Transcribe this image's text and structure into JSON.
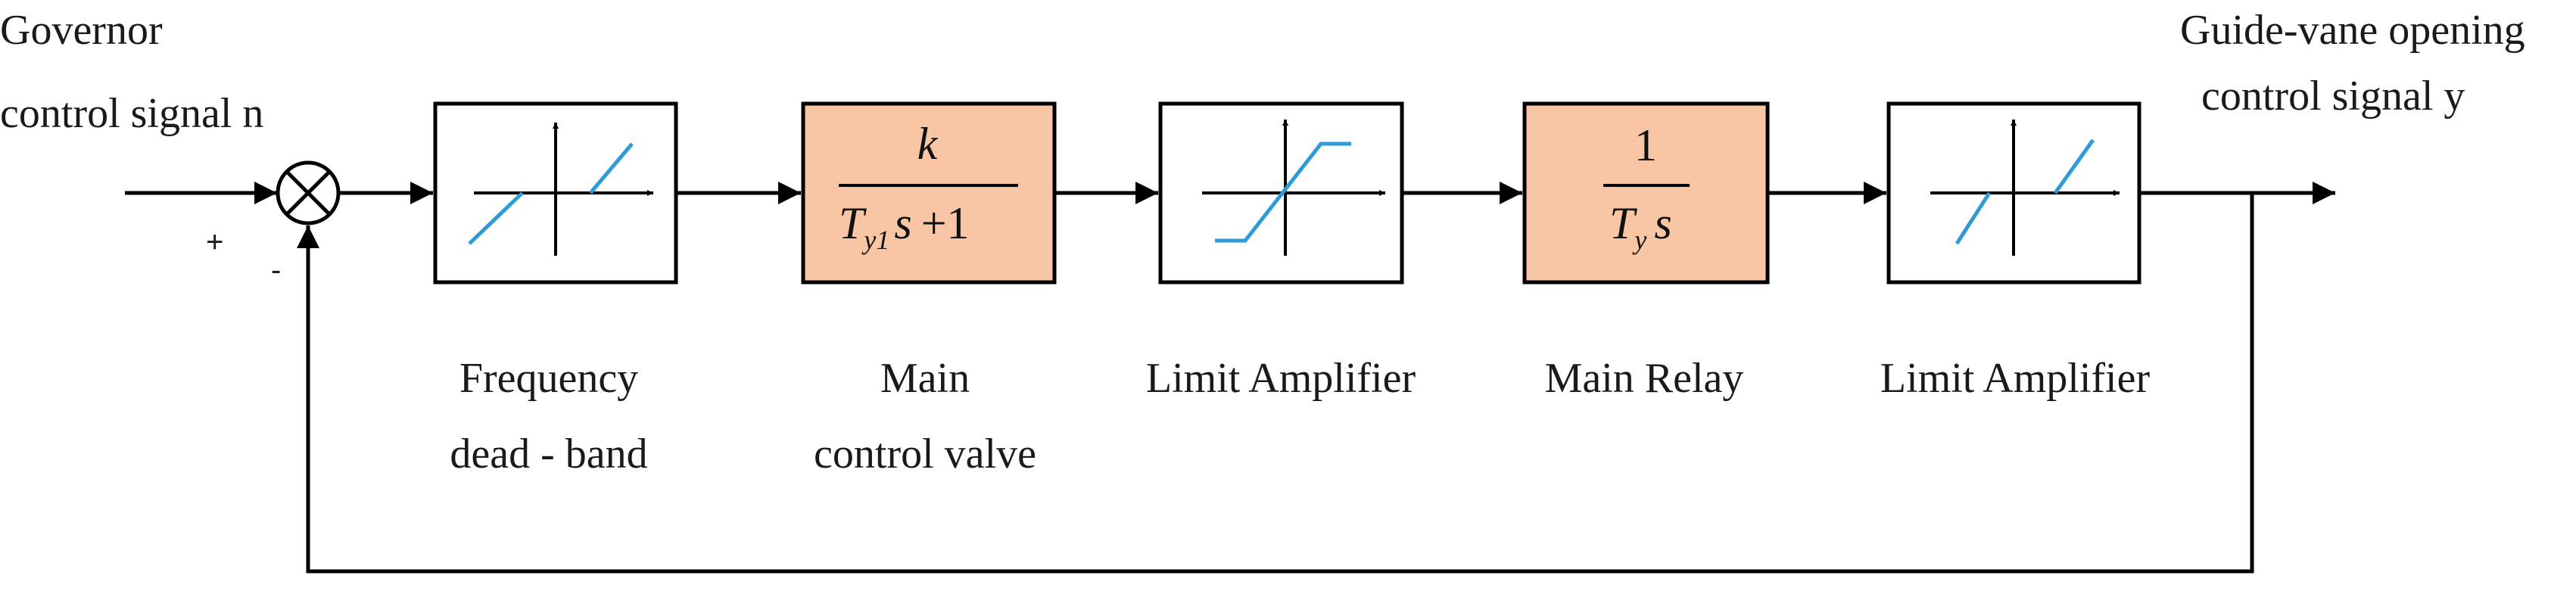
{
  "input": {
    "line1": "Governor",
    "line2": "control signal n"
  },
  "output": {
    "line1": "Guide-vane opening",
    "line2": "control signal y"
  },
  "summing_junction": {
    "plus": "+",
    "minus": "-"
  },
  "blocks": [
    {
      "id": "frequency-dead-band",
      "kind": "nonlinear",
      "curve": "dead-band",
      "label_line1": "Frequency",
      "label_line2": "dead - band"
    },
    {
      "id": "main-control-valve",
      "kind": "transfer-function",
      "fill": "#F8C6A5",
      "numerator": "k",
      "denominator": {
        "T": "T",
        "sub": "y1",
        "s": "s",
        "tail": "+1"
      },
      "label_line1": "Main",
      "label_line2": "control valve"
    },
    {
      "id": "limit-amplifier-1",
      "kind": "nonlinear",
      "curve": "saturation",
      "label_line1": "Limit Amplifier",
      "label_line2": ""
    },
    {
      "id": "main-relay",
      "kind": "transfer-function",
      "fill": "#F8C6A5",
      "numerator": "1",
      "denominator": {
        "T": "T",
        "sub": "y",
        "s": "s",
        "tail": ""
      },
      "label_line1": "Main Relay",
      "label_line2": ""
    },
    {
      "id": "limit-amplifier-2",
      "kind": "nonlinear",
      "curve": "dead-band",
      "label_line1": "Limit Amplifier",
      "label_line2": ""
    }
  ],
  "colors": {
    "line": "#000000",
    "curve": "#2E9BD6",
    "tf_fill": "#F8C6A5"
  }
}
